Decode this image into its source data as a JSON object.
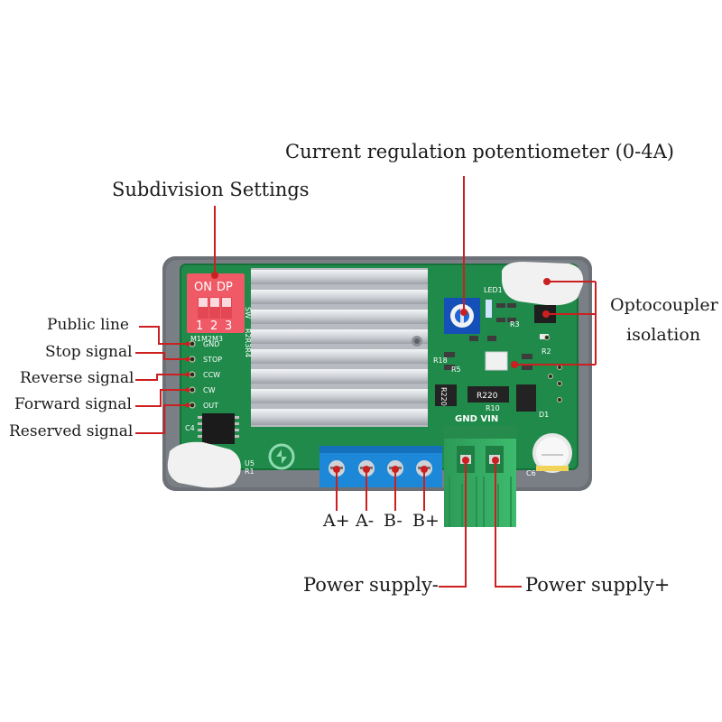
{
  "labels": {
    "potentiometer": "Current regulation potentiometer (0-4A)",
    "subdivision": "Subdivision Settings",
    "optocoupler_line1": "Optocoupler",
    "optocoupler_line2": "isolation",
    "public_line": "Public line",
    "stop_signal": "Stop signal",
    "reverse_signal": "Reverse signal",
    "forward_signal": "Forward signal",
    "reserved_signal": "Reserved signal",
    "a_plus": "A+",
    "a_minus": "A-",
    "b_minus": "B-",
    "b_plus": "B+",
    "power_minus": "Power supply-",
    "power_plus": "Power supply+"
  },
  "board_silkscreen": {
    "dip_on": "ON",
    "dip_dp": "DP",
    "dip_1": "1",
    "dip_2": "2",
    "dip_3": "3",
    "m_row": "M1M2M3",
    "gnd": "GND",
    "stop": "STOP",
    "ccw": "CCW",
    "cw": "CW",
    "out": "OUT",
    "gnd_vin": "GND VIN",
    "r220_a": "R220",
    "r220_b": "R220",
    "led1": "LED1",
    "sw": "SW",
    "r_side": "R2R3R4",
    "r18": "R18",
    "r10": "R10",
    "d1": "D1",
    "c6": "C6",
    "r1": "R1",
    "u5": "U5",
    "c4": "C4",
    "r2": "R2",
    "r5": "R5",
    "r3": "R3"
  },
  "colors": {
    "pcb_green": "#1f8a4a",
    "pcb_dark": "#176b39",
    "dip_red": "#ef5a66",
    "heatsink": "#d4d7dc",
    "terminal_blue": "#1e88d8",
    "terminal_green": "#2fa35f",
    "leader_red": "#cc1f1f",
    "housing_gray": "#6c7077"
  }
}
